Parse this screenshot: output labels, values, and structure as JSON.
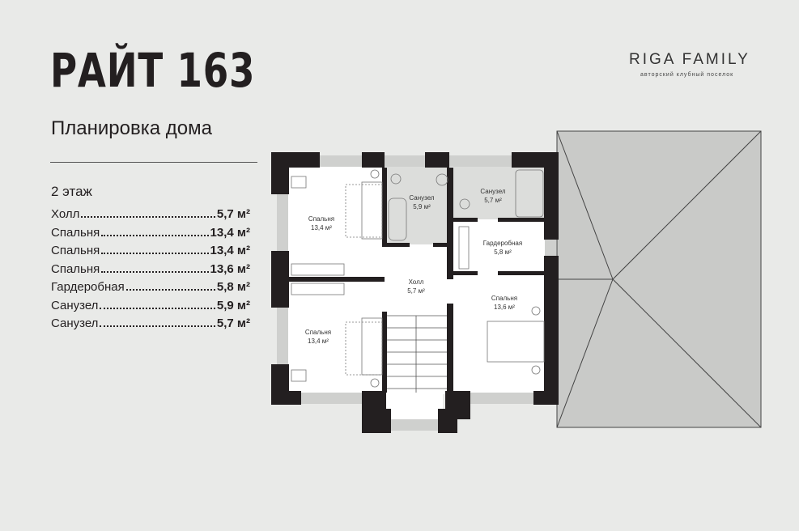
{
  "title": "РАЙТ 163",
  "subtitle": "Планировка дома",
  "floor": "2 этаж",
  "room_list": [
    {
      "name": "Холл",
      "area": "5,7 м²"
    },
    {
      "name": "Спальня",
      "area": "13,4 м²"
    },
    {
      "name": "Спальня",
      "area": "13,4 м²"
    },
    {
      "name": "Спальня",
      "area": "13,6 м²"
    },
    {
      "name": "Гардеробная",
      "area": "5,8 м²"
    },
    {
      "name": "Санузел",
      "area": "5,9 м²"
    },
    {
      "name": "Санузел",
      "area": "5,7 м²"
    }
  ],
  "logo": {
    "name": "RIGA FAMILY",
    "tagline": "авторский клубный поселок"
  },
  "plan": {
    "bedroom_top_left": {
      "name": "Спальня",
      "area": "13,4 м²"
    },
    "bedroom_bottom_left": {
      "name": "Спальня",
      "area": "13,4 м²"
    },
    "bathroom_1": {
      "name": "Санузел",
      "area": "5,9 м²"
    },
    "bathroom_2": {
      "name": "Санузел",
      "area": "5,7 м²"
    },
    "wardrobe": {
      "name": "Гардеробная",
      "area": "5,8 м²"
    },
    "hall": {
      "name": "Холл",
      "area": "5,7 м²"
    },
    "bedroom_right": {
      "name": "Спальня",
      "area": "13,6 м²"
    }
  }
}
